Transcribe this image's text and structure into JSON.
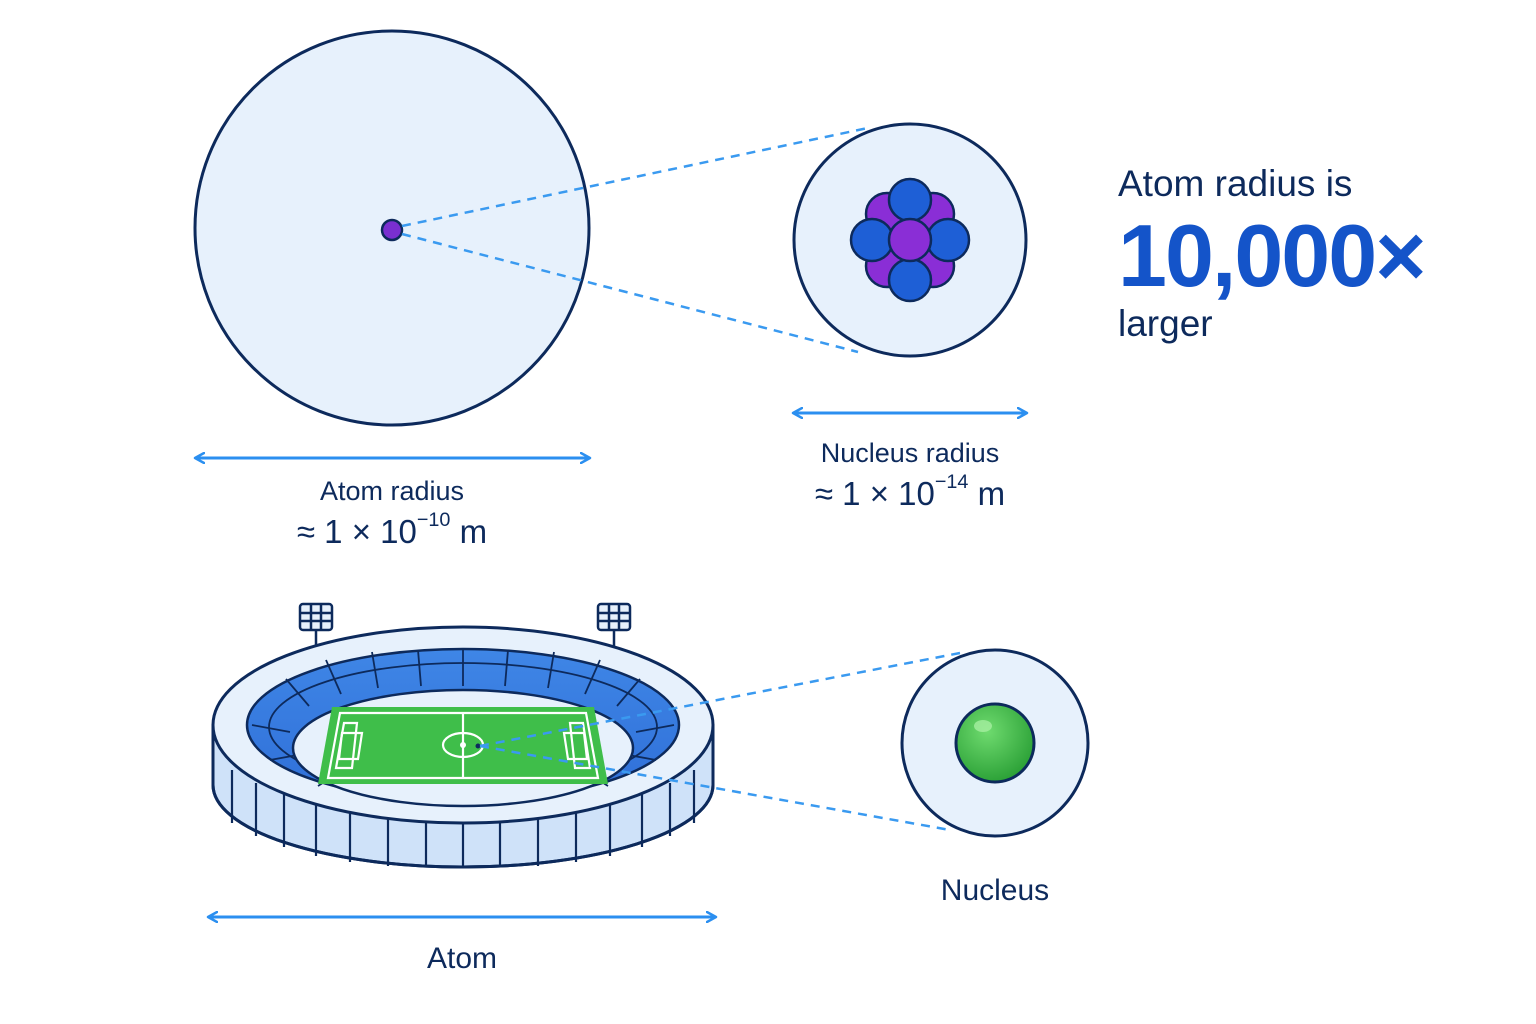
{
  "colors": {
    "outline": "#0d2a5c",
    "atom_fill": "#e7f1fc",
    "accent_blue": "#1e5fd6",
    "arrow_blue": "#2b8ff0",
    "dash_blue": "#3a9af0",
    "proton_purple": "#8a2ed6",
    "pitch_green": "#3fbe4a",
    "headline_blue": "#1454c9"
  },
  "headline": {
    "line1": "Atom radius is",
    "ratio": "10,000×",
    "line3": "larger"
  },
  "atom_label": {
    "name": "Atom radius",
    "prefix": "≈ 1 × 10",
    "exponent": "−10",
    "unit": " m"
  },
  "nucleus_label": {
    "name": "Nucleus radius",
    "prefix": "≈ 1 × 10",
    "exponent": "−14",
    "unit": " m"
  },
  "analogy": {
    "atom": "Atom",
    "nucleus": "Nucleus"
  }
}
